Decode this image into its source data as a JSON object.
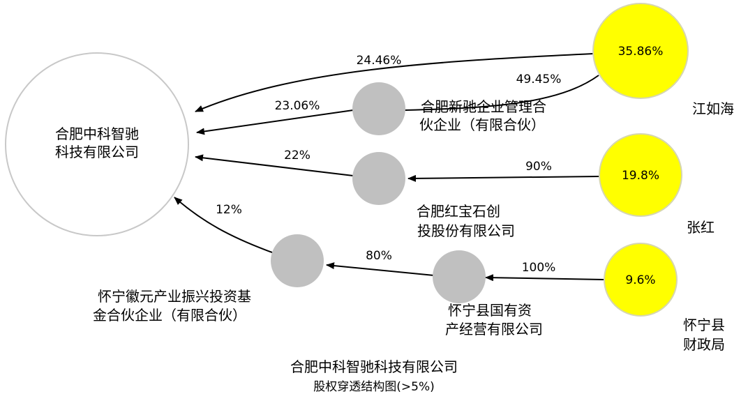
{
  "title": {
    "line1": "合肥中科智驰科技有限公司",
    "line2": "股权穿透结构图(>5%)"
  },
  "colors": {
    "person_fill": "#ffff00",
    "person_stroke": "#d6d6b0",
    "company_fill": "#c0c0c0",
    "target_fill": "#ffffff",
    "target_stroke": "#c8c8c8",
    "edge": "#000000"
  },
  "nodes": {
    "target": {
      "line1": "合肥中科智驰",
      "line2": "科技有限公司"
    },
    "xinchi": {
      "line1": "合肥新驰企业管理合",
      "line2": "伙企业（有限合伙）"
    },
    "hongbaoshi": {
      "line1": "合肥红宝石创",
      "line2": "投股份有限公司"
    },
    "huiyuan": {
      "line1": "怀宁徽元产业振兴投资基",
      "line2": "金合伙企业（有限合伙）"
    },
    "guoyou": {
      "line1": "怀宁县国有资",
      "line2": "产经营有限公司"
    },
    "jiangruhai": {
      "name": "江如海",
      "pct": "35.86%"
    },
    "zhanghong": {
      "name": "张红",
      "pct": "19.8%"
    },
    "caizheng": {
      "line1": "怀宁县",
      "line2": "财政局",
      "pct": "9.6%"
    }
  },
  "edges": {
    "jiangruhai_target": "24.46%",
    "jiangruhai_xinchi": "49.45%",
    "xinchi_target": "23.06%",
    "hongbaoshi_target": "22%",
    "zhanghong_hongbaoshi": "90%",
    "huiyuan_target": "12%",
    "guoyou_huiyuan": "80%",
    "caizheng_guoyou": "100%"
  }
}
